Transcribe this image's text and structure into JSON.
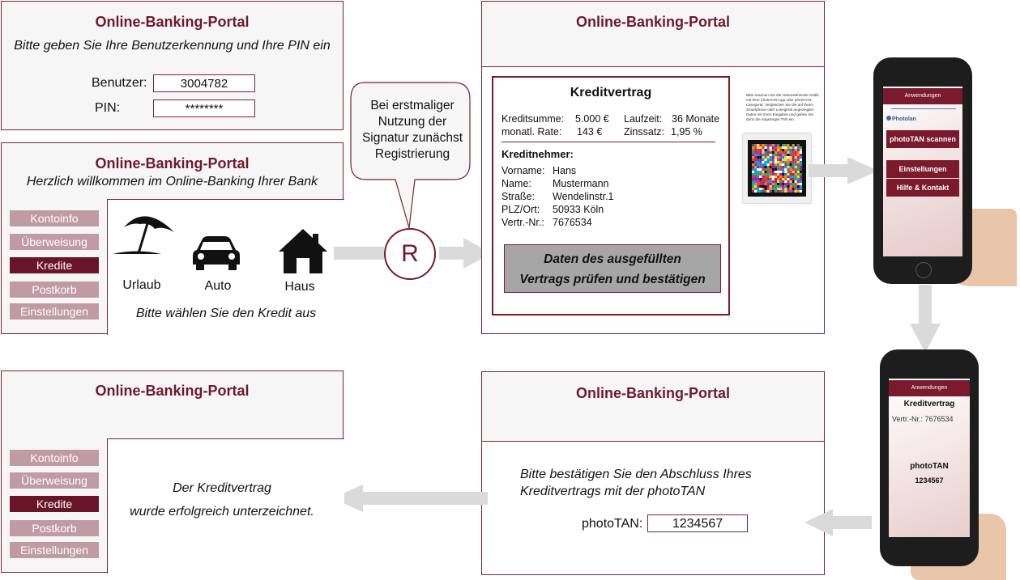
{
  "portal_title": "Online-Banking-Portal",
  "login": {
    "instruction": "Bitte geben Sie Ihre Benutzerkennung und Ihre PIN ein",
    "user_label": "Benutzer:",
    "user_value": "3004782",
    "pin_label": "PIN:",
    "pin_value": "********"
  },
  "welcome": {
    "subtitle": "Herzlich willkommen im Online-Banking Ihrer Bank",
    "hint": "Bitte wählen Sie den Kredit aus"
  },
  "nav": [
    "Kontoinfo",
    "Überweisung",
    "Kredite",
    "Postkorb",
    "Einstellungen"
  ],
  "loan_types": [
    {
      "label": "Urlaub",
      "icon": "beach-umbrella-icon"
    },
    {
      "label": "Auto",
      "icon": "car-icon"
    },
    {
      "label": "Haus",
      "icon": "house-icon"
    }
  ],
  "callout": "Bei erstmaliger Nutzung der Signatur zunächst Registrierung",
  "signature_symbol": "R",
  "contract": {
    "title": "Kreditvertrag",
    "sum_label": "Kreditsumme:",
    "sum_value": "5.000 €",
    "term_label": "Laufzeit:",
    "term_value": "36 Monate",
    "rate_label": "monatl. Rate:",
    "rate_value": "143 €",
    "interest_label": "Zinssatz:",
    "interest_value": "1,95 %",
    "borrower_heading": "Kreditnehmer:",
    "vorname_label": "Vorname:",
    "vorname_value": "Hans",
    "name_label": "Name:",
    "name_value": "Mustermann",
    "street_label": "Straße:",
    "street_value": "Wendelinstr.1",
    "city_label": "PLZ/Ort:",
    "city_value": "50933  Köln",
    "contract_no_label": "Vertr.-Nr.:",
    "contract_no_value": "7676534",
    "confirm_line1": "Daten des ausgefüllten",
    "confirm_line2": "Vertrags prüfen und bestätigen"
  },
  "scan_instruction": "Bitte scannen Sie die nebenstehende Grafik mit Ihrer photoTAN-App oder photoTAN-Lesegerät. Vergleichen Sie die auf Ihrem Smartphone oder Lesegerät angezeigten Daten mit Ihren Eingaben und geben Sie dann die angezeigte TAN ein.",
  "phone1": {
    "header": "Anwendungen",
    "brand": "Photolan",
    "scan_button": "photoTAN scannen",
    "settings_button": "Einstellungen",
    "help_button": "Hilfe & Kontakt"
  },
  "phone2": {
    "header": "Anwendungen",
    "title": "Kreditvertrag",
    "contract_line": "Vertr.-Nr.: 7676534",
    "tan_label": "photoTAN",
    "tan_value": "1234567"
  },
  "confirm": {
    "text_line1": "Bitte bestätigen Sie den Abschluss Ihres",
    "text_line2": "Kreditvertrags mit der photoTAN",
    "tan_label": "photoTAN:",
    "tan_value": "1234567"
  },
  "success": {
    "line1": "Der  Kreditvertrag",
    "line2": "wurde erfolgreich unterzeichnet."
  },
  "colors": {
    "brand": "#7a1a2c",
    "nav_inactive": "#c09aa5",
    "nav_active": "#6a1527",
    "arrow": "#dadada",
    "confirm_box": "#a6a6a6"
  }
}
